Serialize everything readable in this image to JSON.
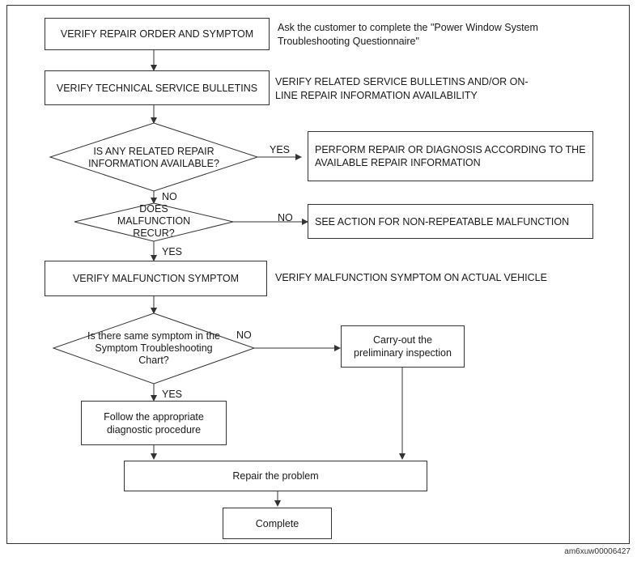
{
  "flowchart": {
    "step_verify_repair_order": "VERIFY REPAIR ORDER AND SYMPTOM",
    "note_verify_repair_order": [
      "Ask the customer to complete the \"Power Window System",
      "Troubleshooting Questionnaire\""
    ],
    "step_verify_tsb": "VERIFY TECHNICAL SERVICE BULLETINS",
    "note_verify_tsb": [
      "VERIFY RELATED SERVICE BULLETINS AND/OR ON-",
      "LINE REPAIR INFORMATION AVAILABILITY"
    ],
    "decision_repair_info": [
      "IS ANY RELATED REPAIR",
      "INFORMATION AVAILABLE?"
    ],
    "step_perform_repair": [
      "PERFORM REPAIR OR DIAGNOSIS ACCORDING TO THE",
      "AVAILABLE REPAIR INFORMATION"
    ],
    "decision_recur": [
      "DOES",
      "MALFUNCTION",
      "RECUR?"
    ],
    "step_non_repeatable": "SEE ACTION FOR NON-REPEATABLE MALFUNCTION",
    "step_verify_symptom": "VERIFY MALFUNCTION SYMPTOM",
    "note_verify_symptom": "VERIFY MALFUNCTION SYMPTOM ON ACTUAL VEHICLE",
    "decision_same_symptom": [
      "Is there same symptom in the",
      "Symptom Troubleshooting",
      "Chart?"
    ],
    "step_preliminary": [
      "Carry-out the",
      "preliminary inspection"
    ],
    "step_follow_procedure": [
      "Follow the appropriate",
      "diagnostic procedure"
    ],
    "step_repair_problem": "Repair the problem",
    "step_complete": "Complete",
    "label_yes": "YES",
    "label_no": "NO"
  },
  "figure_code": "am6xuw00006427"
}
